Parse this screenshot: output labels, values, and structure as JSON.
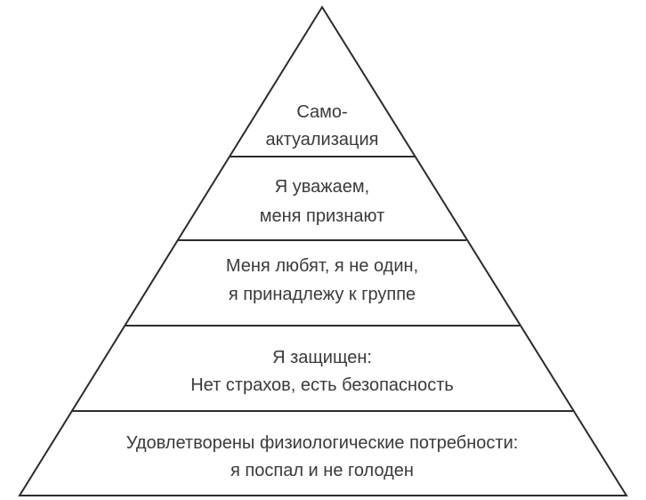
{
  "diagram": {
    "levels": [
      {
        "lines": [
          "Само-",
          "актуализация"
        ]
      },
      {
        "lines": [
          "Я уважаем,",
          "меня признают"
        ]
      },
      {
        "lines": [
          "Меня любят, я не один,",
          "я принадлежу к группе"
        ]
      },
      {
        "lines": [
          "Я защищен:",
          "Нет страхов, есть безопасность"
        ]
      },
      {
        "lines": [
          "Удовлетворены физиологические потребности:",
          "я поспал и не голоден"
        ]
      }
    ],
    "colors": {
      "stroke": "#2b2b2b",
      "text": "#3a3a3a",
      "background": "#ffffff"
    }
  }
}
